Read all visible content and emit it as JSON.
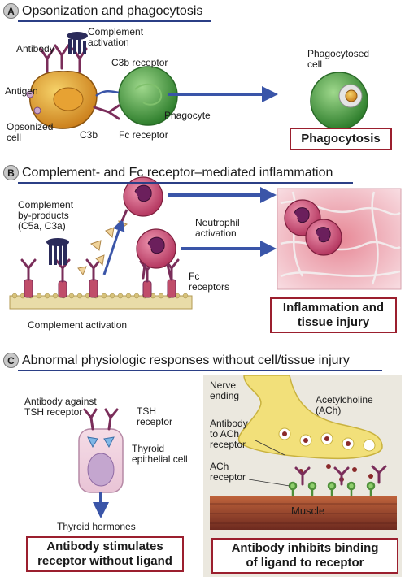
{
  "panel_a": {
    "letter": "A",
    "title": "Opsonization and phagocytosis",
    "labels": {
      "complement_activation": [
        "Complement",
        "activation"
      ],
      "antibody": "Antibody",
      "c3b_receptor": "C3b receptor",
      "antigen": "Antigen",
      "phagocyte": "Phagocyte",
      "opsonized_cell": [
        "Opsonized",
        "cell"
      ],
      "c3b": "C3b",
      "fc_receptor": "Fc receptor",
      "phagocytosed_cell": [
        "Phagocytosed",
        "cell"
      ]
    },
    "outcome": "Phagocytosis"
  },
  "panel_b": {
    "letter": "B",
    "title": "Complement- and Fc receptor–mediated inflammation",
    "labels": {
      "complement_byproducts": [
        "Complement",
        "by-products",
        "(C5a, C3a)"
      ],
      "neutrophil_activation": [
        "Neutrophil",
        "activation"
      ],
      "fc_receptors": [
        "Fc",
        "receptors"
      ],
      "complement_activation": "Complement activation"
    },
    "outcome": [
      "Inflammation and",
      "tissue injury"
    ]
  },
  "panel_c": {
    "letter": "C",
    "title": "Abnormal physiologic responses without cell/tissue injury",
    "left_labels": {
      "antibody_against_tsh": [
        "Antibody against",
        "TSH receptor"
      ],
      "tsh_receptor": [
        "TSH",
        "receptor"
      ],
      "thyroid_cell": [
        "Thyroid",
        "epithelial cell"
      ],
      "thyroid_hormones": "Thyroid hormones"
    },
    "left_outcome": [
      "Antibody stimulates",
      "receptor without ligand"
    ],
    "right_labels": {
      "nerve_ending": [
        "Nerve",
        "ending"
      ],
      "acetylcholine": [
        "Acetylcholine",
        "(ACh)"
      ],
      "antibody_to_ach": [
        "Antibody",
        "to ACh",
        "receptor"
      ],
      "ach_receptor": [
        "ACh",
        "receptor"
      ],
      "muscle": "Muscle"
    },
    "right_outcome": [
      "Antibody inhibits binding",
      "of ligand to receptor"
    ]
  },
  "colors": {
    "title_rule": "#2b3f86",
    "arrow_blue": "#3a55a8",
    "outcome_border": "#9b1f2e",
    "antibody": "#7a2d5a",
    "phagocyte_green": "#3f9a3c",
    "antigen_orange": "#e0a02a",
    "neutrophil": "#c8436a",
    "tissue_pink": "#e8a0ae",
    "panel_c_bg": "#ebe8df",
    "nerve_yellow": "#f2e07a",
    "muscle_brown": "#8a3a2a"
  }
}
